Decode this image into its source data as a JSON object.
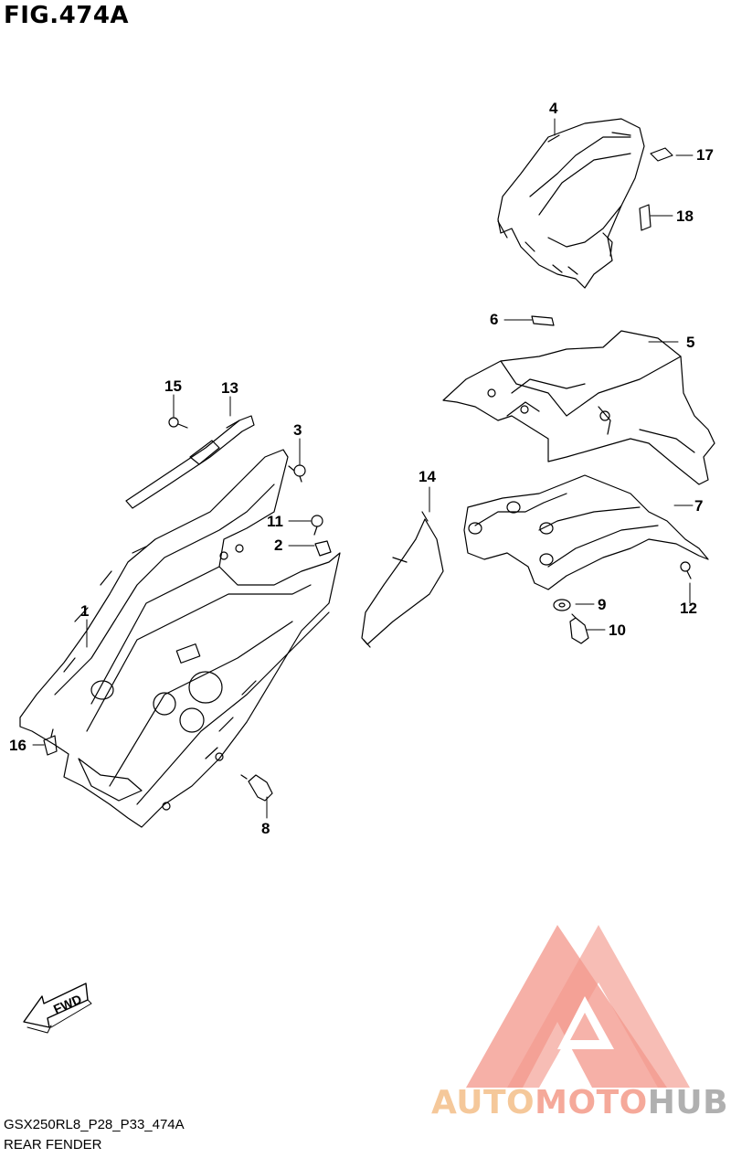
{
  "figure": {
    "title": "FIG.474A",
    "model_code": "GSX250RL8_P28_P33_474A",
    "caption": "REAR FENDER",
    "direction_label": "FWD"
  },
  "callouts": [
    "1",
    "2",
    "3",
    "4",
    "5",
    "6",
    "7",
    "8",
    "9",
    "10",
    "11",
    "12",
    "13",
    "14",
    "15",
    "16",
    "17",
    "18"
  ],
  "watermark": {
    "part1": "AUTO",
    "part2": "MOTO",
    "part3": "HUB",
    "colors": {
      "auto": "#f5c89a",
      "moto": "#f5a99a",
      "hub": "#b0b0b0",
      "logo": "#f39a8e"
    }
  }
}
